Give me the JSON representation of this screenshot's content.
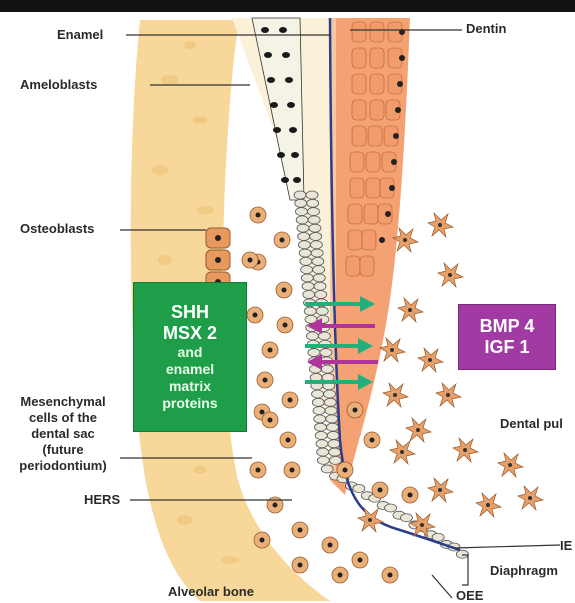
{
  "labels": {
    "enamel": "Enamel",
    "dentin": "Dentin",
    "ameloblasts": "Ameloblasts",
    "osteoblasts": "Osteoblasts",
    "mesenchymal": [
      "Mesenchymal",
      "cells of the",
      "dental sac",
      "(future",
      "periodontium)"
    ],
    "hers": "HERS",
    "dental_pulp": "Dental pul",
    "ieb": "IE",
    "diaphragm": "Diaphragm",
    "oee": "OEE",
    "alveolar_bone": "Alveolar bone"
  },
  "green_box": {
    "line1": "SHH",
    "line2": "MSX 2",
    "line3": "and",
    "line4": "enamel",
    "line5": "matrix",
    "line6": "proteins",
    "color": "#1f9e4a"
  },
  "purple_box": {
    "line1": "BMP 4",
    "line2": "IGF 1",
    "color": "#a23aa3"
  },
  "colors": {
    "bone": "#f7d79a",
    "enamel_zone": "#fbf0d8",
    "dentin": "#f4a274",
    "odontoblast": "#f29b6b",
    "cell": "#eab07a",
    "star_cell": "#e8a06a",
    "epithelium": "#e9e6d8",
    "membrane": "#2c3e8c",
    "arrow_green": "#22b07a",
    "arrow_purple": "#b0359a"
  }
}
